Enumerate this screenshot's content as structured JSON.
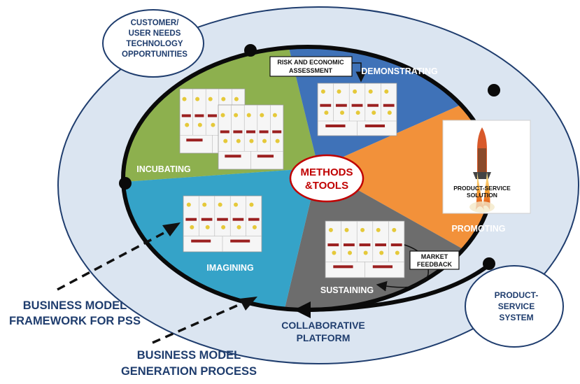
{
  "colors": {
    "outer_fill": "#dbe5f1",
    "outer_stroke": "#1f3d6e",
    "incubating": "#8db04e",
    "demonstrating": "#3f72b8",
    "promoting": "#f2913a",
    "sustaining": "#6d6d6d",
    "imagining": "#35a3c8",
    "ring": "#0a0a0a",
    "node": "#0a0a0a",
    "methods_text": "#c00000",
    "navy_text": "#1f3d6e"
  },
  "callouts": {
    "customer_needs": [
      "CUSTOMER/",
      "USER NEEDS",
      "TECHNOLOGY",
      "OPPORTUNITIES"
    ],
    "product_service_system": [
      "PRODUCT-",
      "SERVICE",
      "SYSTEM"
    ]
  },
  "phases": {
    "incubating": "INCUBATING",
    "demonstrating": "DEMONSTRATING",
    "promoting": "PROMOTING",
    "sustaining": "SUSTAINING",
    "imagining": "IMAGINING"
  },
  "risk_box": [
    "RISK AND ECONOMIC",
    "ASSESSMENT"
  ],
  "market_feedback": [
    "MARKET",
    "FEEDBACK"
  ],
  "center": [
    "METHODS",
    "&TOOLS"
  ],
  "product_service_solution": [
    "PRODUCT-SERVICE",
    "SOLUTION"
  ],
  "collaborative_platform": [
    "COLLABORATIVE",
    "PLATFORM"
  ],
  "framework_label": [
    "BUSINESS MODEL",
    "FRAMEWORK FOR PSS"
  ],
  "process_label": [
    "BUSINESS MODEL",
    "GENERATION PROCESS"
  ],
  "icons": {
    "canvas_thumbnail": "business-model-canvas-icon",
    "rocket": "rocket-launch-icon",
    "node": "node-dot-icon"
  }
}
